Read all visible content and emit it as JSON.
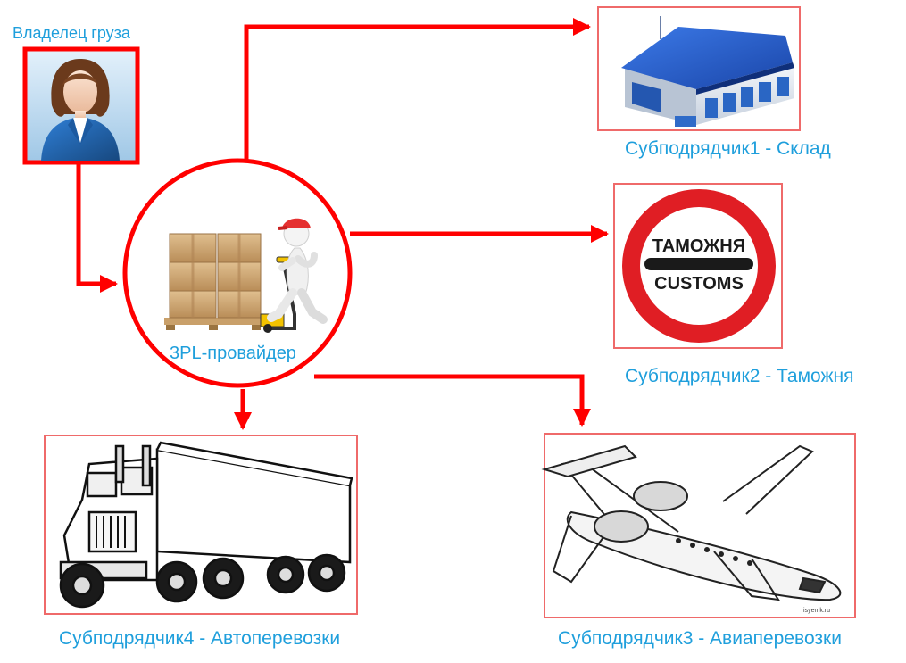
{
  "diagram": {
    "owner": {
      "label": "Владелец груза",
      "icon": "business-woman-icon"
    },
    "provider": {
      "label": "3PL-провайдер",
      "icon": "worker-pallet-jack-icon"
    },
    "warehouse": {
      "label": "Субподрядчик1 - Склад",
      "icon": "warehouse-icon"
    },
    "customs": {
      "label": "Субподрядчик2 - Таможня",
      "icon": "customs-stop-sign-icon",
      "sign_top": "ТАМОЖНЯ",
      "sign_bottom": "CUSTOMS"
    },
    "air": {
      "label": "Субподрядчик3 - Авиаперевозки",
      "icon": "airplane-icon",
      "watermark": "risyemk.ru"
    },
    "truck": {
      "label": "Субподрядчик4 - Автоперевозки",
      "icon": "truck-icon"
    }
  },
  "colors": {
    "accent": "#ff0000",
    "label": "#1f9fdc"
  }
}
